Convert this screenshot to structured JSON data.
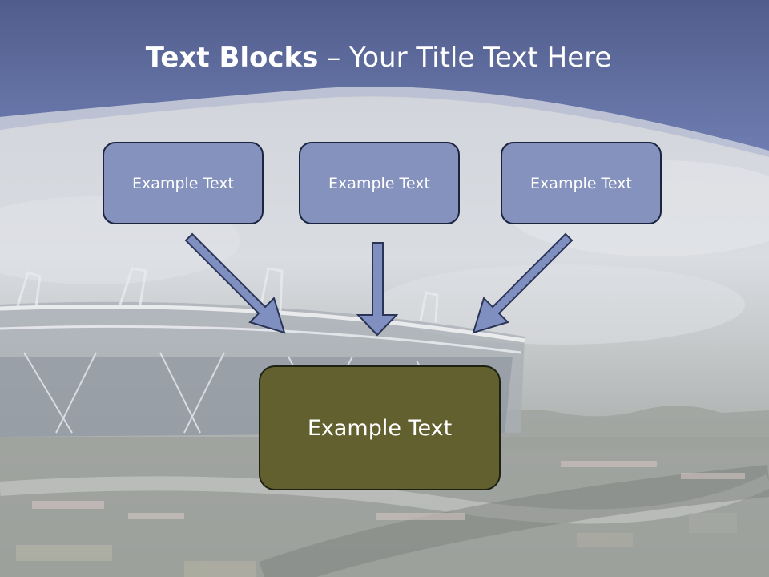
{
  "slide": {
    "title_bold": "Text Blocks",
    "title_rest": " – Your Title Text Here",
    "blocks": [
      {
        "text": "Example Text"
      },
      {
        "text": "Example Text"
      },
      {
        "text": "Example Text"
      }
    ],
    "main_block": {
      "text": "Example Text"
    }
  },
  "colors": {
    "header_blue": "#6573a8",
    "block_fill": "#8592bd",
    "main_block_fill": "#636030",
    "arrow_fill": "#7f8fc0"
  }
}
